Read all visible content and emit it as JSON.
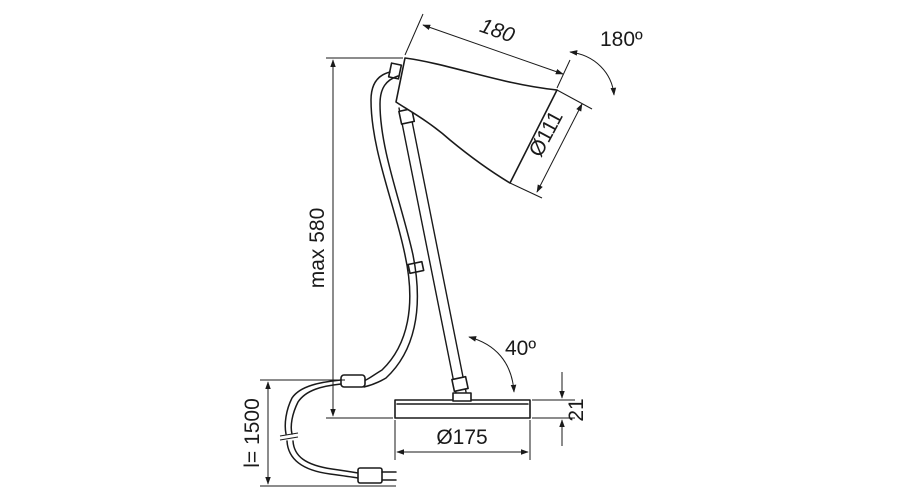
{
  "dimensions": {
    "shade_length": "180",
    "shade_diameter": "Ø111",
    "rotation_angle": "180º",
    "max_height": "max 580",
    "tilt_angle": "40º",
    "base_diameter": "Ø175",
    "base_height": "21",
    "cable_length": "l= 1500"
  },
  "colors": {
    "line": "#1a1a1a",
    "background": "#ffffff"
  }
}
